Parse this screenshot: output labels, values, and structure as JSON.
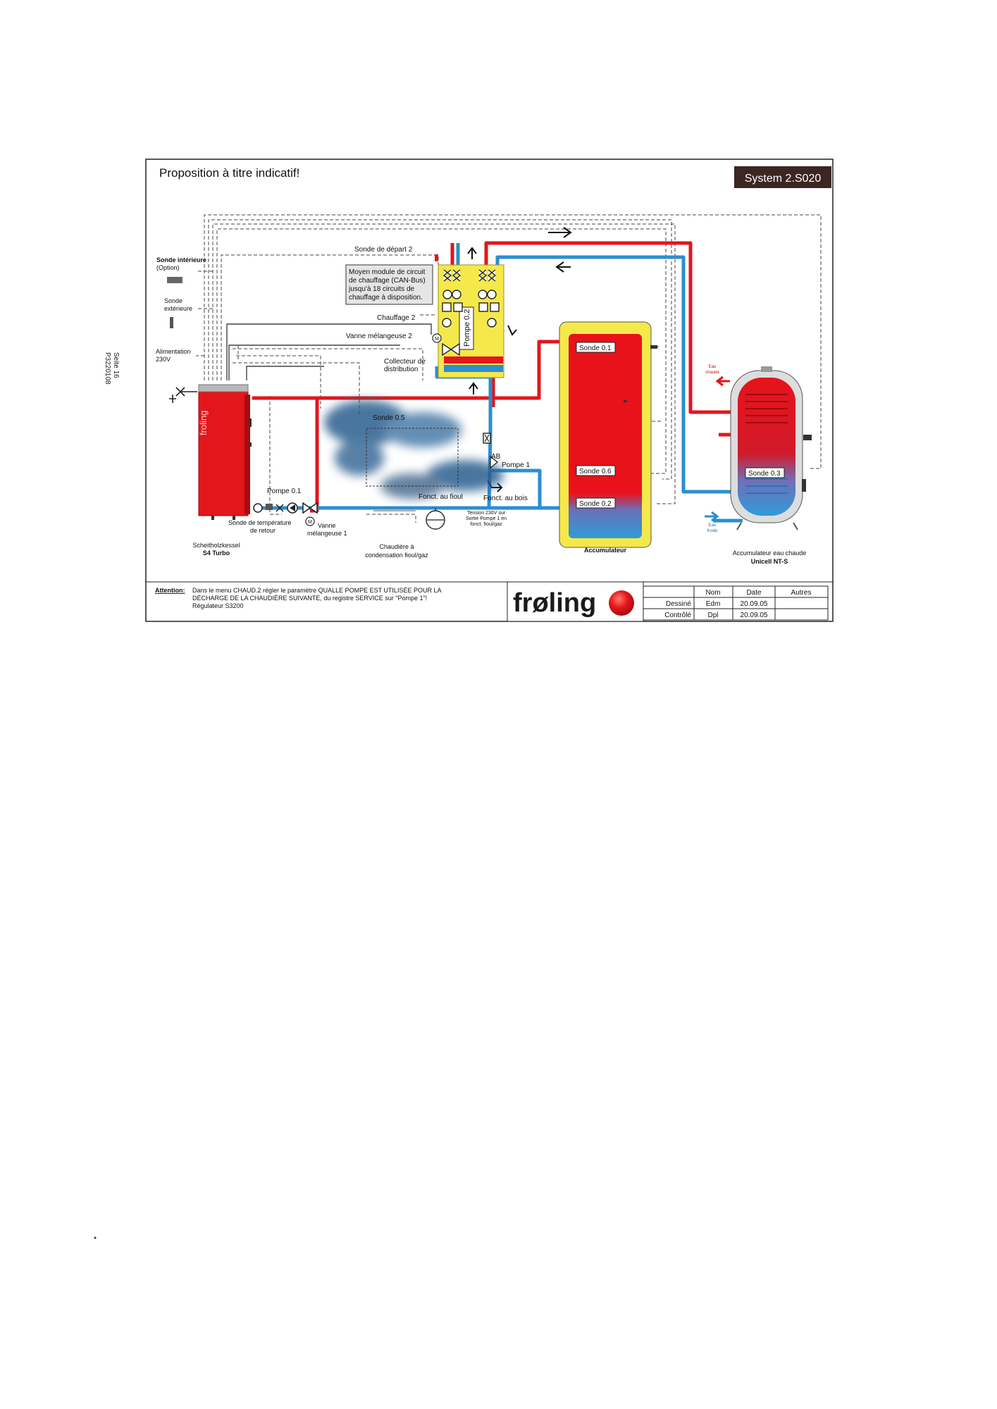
{
  "header": {
    "title": "Proposition à titre indicatif!",
    "system_badge": "System  2.S020"
  },
  "side_margin": {
    "line1": "Seite 16",
    "line2": "P3220108"
  },
  "labels": {
    "sonde_interieure": "Sonde intérieure",
    "sonde_interieure_option": "(Option)",
    "sonde_exterieure_1": "Sonde",
    "sonde_exterieure_2": "extérieure",
    "alimentation": "Alimentation",
    "alimentation_v": "230V",
    "sonde_depart_2": "Sonde de départ 2",
    "module_line1": "Moyen module de circuit",
    "module_line2": "de chauffage (CAN-Bus)",
    "module_line3": "jusqu'à 18 circuits de",
    "module_line4": "chauffage à disposition.",
    "chauffage_2": "Chauffage 2",
    "vanne_melangeuse_2": "Vanne mélangeuse 2",
    "pompe_02": "Pompe 0.2",
    "collecteur_1": "Collecteur de",
    "collecteur_2": "distribution",
    "sonde_01": "Sonde 0.1",
    "sonde_05": "Sonde 0.5",
    "sonde_06": "Sonde 0.6",
    "sonde_02": "Sonde 0.2",
    "sonde_03": "Sonde 0.3",
    "ab": "AB",
    "pompe_1": "Pompe 1",
    "fonct_fioul": "Fonct. au fioul",
    "fonct_bois": "Fonct. au bois",
    "tension_1": "Tension 230V sur",
    "tension_2": "Sortie Pompe 1 en",
    "tension_3": "fonct. fioul/gaz",
    "pompe_01": "Pompe 0.1",
    "sonde_temp_retour_1": "Sonde de température",
    "sonde_temp_retour_2": "de retour",
    "vanne_melangeuse_1a": "Vanne",
    "vanne_melangeuse_1b": "mélangeuse 1",
    "boiler_brand": "froling",
    "scheitholz_1": "Scheitholzkessel",
    "scheitholz_2": "S4 Turbo",
    "chaudiere_1": "Chaudière à",
    "chaudiere_2": "condensation fioul/gaz",
    "accumulateur": "Accumulateur",
    "eau_chaude_1": "Eau",
    "eau_chaude_2": "chaude",
    "eau_froide_1": "Eau",
    "eau_froide_2": "froide",
    "acc_eau_chaude_1": "Accumulateur eau chaude",
    "acc_eau_chaude_2": "Unicell NT-S"
  },
  "footer": {
    "attention_label": "Attention:",
    "attention_line1": "Dans le menu CHAUD.2 régler le paramètre QUALLE POMPE EST UTILISÉE POUR LA",
    "attention_line2": "DÉCHARGE DE LA CHAUDIÈRE SUIVANTE, du registre SERVICE sur \"Pompe 1\"!",
    "attention_line3": "Régulateur S3200",
    "logo_text": "frøling",
    "table": {
      "headers": [
        "Nom",
        "Date",
        "Autres"
      ],
      "rows": [
        {
          "label": "Dessiné",
          "nom": "Edm",
          "date": "20.09.05"
        },
        {
          "label": "Contrôlé",
          "nom": "Dpl",
          "date": "20.09.05"
        }
      ]
    }
  },
  "colors": {
    "hot": "#e3161b",
    "cold": "#2a8fd0",
    "module_yellow": "#f5e84a",
    "tank_red": "#e8121a",
    "badge_bg": "#3b2622"
  }
}
